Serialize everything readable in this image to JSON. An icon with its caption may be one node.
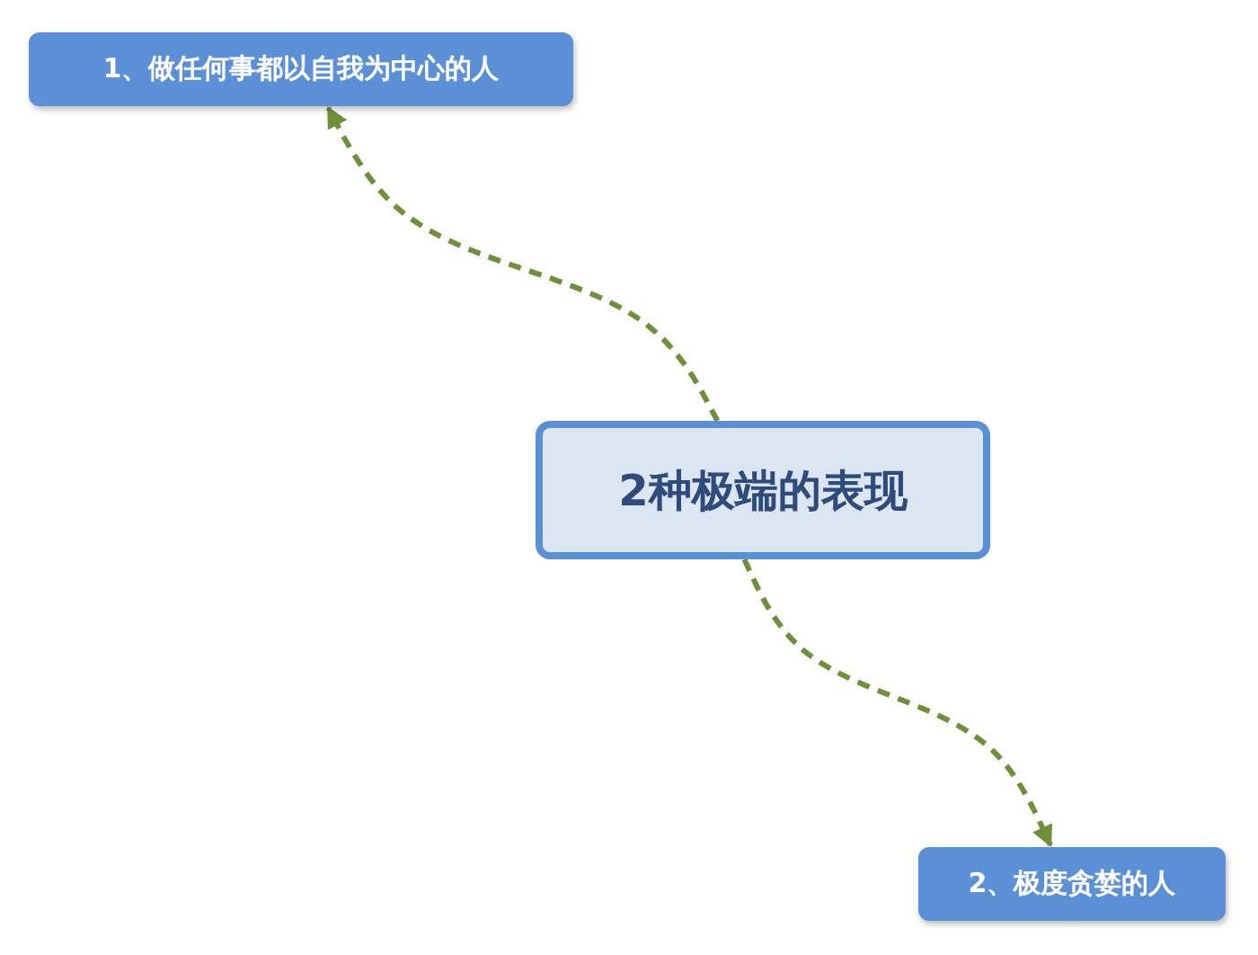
{
  "diagram": {
    "nodes": [
      {
        "text": [
          "2种极端的表现"
        ]
      },
      {
        "text": [
          "1、做任何事都以自我为中心的人"
        ]
      },
      {
        "text": [
          "2、极度贪婪的人"
        ]
      }
    ],
    "edges": [
      {
        "from": 0,
        "to": 1,
        "arrow": "to",
        "style": "dashed",
        "color": "#6f8f3a"
      },
      {
        "from": 0,
        "to": 2,
        "arrow": "to",
        "style": "dashed",
        "color": "#6f8f3a"
      }
    ]
  }
}
